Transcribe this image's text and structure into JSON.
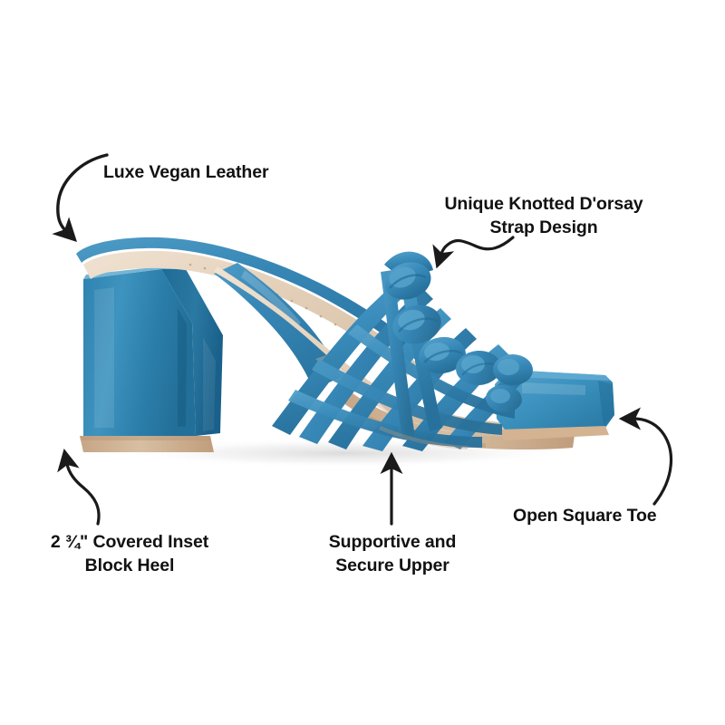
{
  "image": {
    "subject": "blue vegan leather knotted d'orsay block heel sandal",
    "background_color": "#ffffff",
    "orientation": "side profile facing right"
  },
  "palette": {
    "strap_blue": "#3a8cbb",
    "strap_blue_dark": "#256a93",
    "strap_blue_light": "#6ab0d3",
    "heel_blue": "#2d80ad",
    "heel_blue_dark": "#1f6b95",
    "heel_blue_light": "#5aa3c9",
    "toe_blue": "#3d93c0",
    "insole_beige": "#e9d8c4",
    "insole_beige_dark": "#d3bba2",
    "sole_tan": "#c9a988",
    "sole_tan_light": "#dcc3a6",
    "text_black": "#111111",
    "arrow_black": "#1a1a1a",
    "shadow_grey": "#e6e6e6"
  },
  "callouts": [
    {
      "id": "luxe-vegan-leather",
      "label": "Luxe Vegan Leather",
      "align": "left",
      "arrow": "hooked-curve-down-left",
      "points_at": "heel upper / vamp leather"
    },
    {
      "id": "knotted-dorsay-strap",
      "label": "Unique Knotted D'orsay\nStrap Design",
      "align": "center",
      "arrow": "wavy-s-curve-left",
      "points_at": "knotted cage straps"
    },
    {
      "id": "covered-inset-block-heel",
      "label": "2 ¾\" Covered Inset\nBlock Heel",
      "align": "center",
      "arrow": "s-curve-up-left",
      "points_at": "block heel base"
    },
    {
      "id": "supportive-secure-upper",
      "label": "Supportive and\nSecure Upper",
      "align": "center",
      "arrow": "straight-up",
      "points_at": "footbed / upper straps"
    },
    {
      "id": "open-square-toe",
      "label": "Open Square Toe",
      "align": "left",
      "arrow": "large-arc-up-left",
      "points_at": "square toe box"
    }
  ]
}
